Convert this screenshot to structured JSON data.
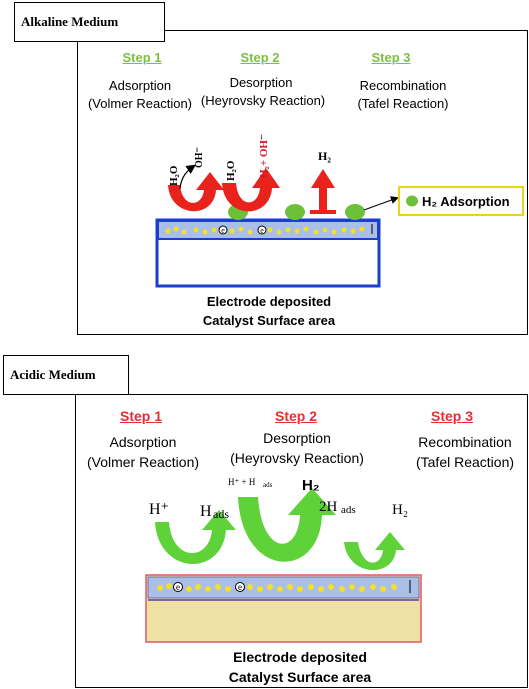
{
  "alkaline": {
    "title": "Alkaline Medium",
    "steps": [
      {
        "step": "Step 1",
        "name": "Adsorption",
        "reaction": "(Volmer Reaction)"
      },
      {
        "step": "Step 2",
        "name": "Desorption",
        "reaction": "(Heyrovsky Reaction)"
      },
      {
        "step": "Step 3",
        "name": "Recombination",
        "reaction": "(Tafel Reaction)"
      }
    ],
    "labels": {
      "h2o_1": "H₂O",
      "oh_1": "OH⁻",
      "h2o_2": "H₂O",
      "h2_oh": "H₂+ OH⁻",
      "h2_top": "H₂"
    },
    "legend": "H₂ Adsorption",
    "caption_line1": "Electrode deposited",
    "caption_line2": "Catalyst Surface area",
    "colors": {
      "step": "#7bc143",
      "arrow": "#e8231b",
      "bubble": "#6dc13a",
      "frame": "#1a3fcf",
      "legend_border": "#e6d619"
    }
  },
  "acidic": {
    "title": "Acidic Medium",
    "steps": [
      {
        "step": "Step 1",
        "name": "Adsorption",
        "reaction": "(Volmer Reaction)"
      },
      {
        "step": "Step 2",
        "name": "Desorption",
        "reaction": "(Heyrovsky Reaction)"
      },
      {
        "step": "Step 3",
        "name": "Recombination",
        "reaction": "(Tafel Reaction)"
      }
    ],
    "labels": {
      "h_plus": "H⁺",
      "h_ads_1": "H",
      "ads_sub": "ads",
      "h_plus_hads": "H⁺ + H",
      "h2_mid": "H₂",
      "two_h_ads": "2H",
      "h2_right": "H₂"
    },
    "caption_line1": "Electrode deposited",
    "caption_line2": "Catalyst Surface area",
    "colors": {
      "step": "#e53030",
      "arrow": "#5fd23a",
      "substrate": "#efe0a3",
      "frame": "#e5546a"
    }
  }
}
